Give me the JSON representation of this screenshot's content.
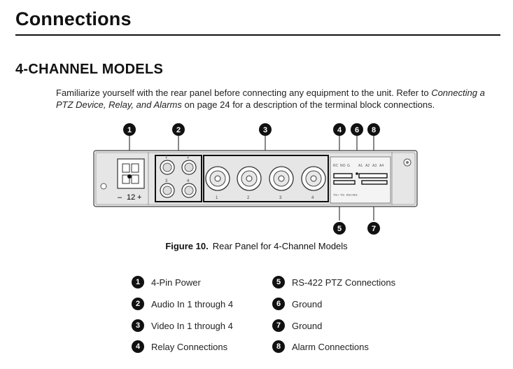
{
  "heading": "Connections",
  "section_title": "4-CHANNEL MODELS",
  "intro": {
    "text_before": "Familiarize yourself with the rear panel before connecting any equipment to the unit. Refer to ",
    "link_text": "Connecting a PTZ Device, Relay, and Alarms",
    "page_ref_before": " on page ",
    "page_number": "24",
    "text_after": " for a description of the terminal block connections."
  },
  "figure": {
    "callouts": [
      "1",
      "2",
      "3",
      "4",
      "5",
      "6",
      "7",
      "8"
    ],
    "power_label": "12",
    "power_minus": "–",
    "power_plus": "+",
    "audio_labels": [
      "1",
      "2",
      "3",
      "4"
    ],
    "video_labels": [
      "1",
      "2",
      "3",
      "4"
    ],
    "terminal_top_labels": [
      "RC",
      "NO",
      "G",
      "A1",
      "A2",
      "A3",
      "A4"
    ],
    "terminal_bottom_labels": [
      "TX+",
      "TX-",
      "RX+",
      "RX-"
    ]
  },
  "caption": {
    "label": "Figure 10.",
    "text": "Rear Panel for 4-Channel Models"
  },
  "legend": [
    {
      "number": "1",
      "label": "4-Pin Power"
    },
    {
      "number": "2",
      "label": "Audio In 1 through 4"
    },
    {
      "number": "3",
      "label": "Video In 1 through 4"
    },
    {
      "number": "4",
      "label": "Relay Connections"
    },
    {
      "number": "5",
      "label": "RS-422 PTZ Connections"
    },
    {
      "number": "6",
      "label": "Ground"
    },
    {
      "number": "7",
      "label": "Ground"
    },
    {
      "number": "8",
      "label": "Alarm Connections"
    }
  ]
}
